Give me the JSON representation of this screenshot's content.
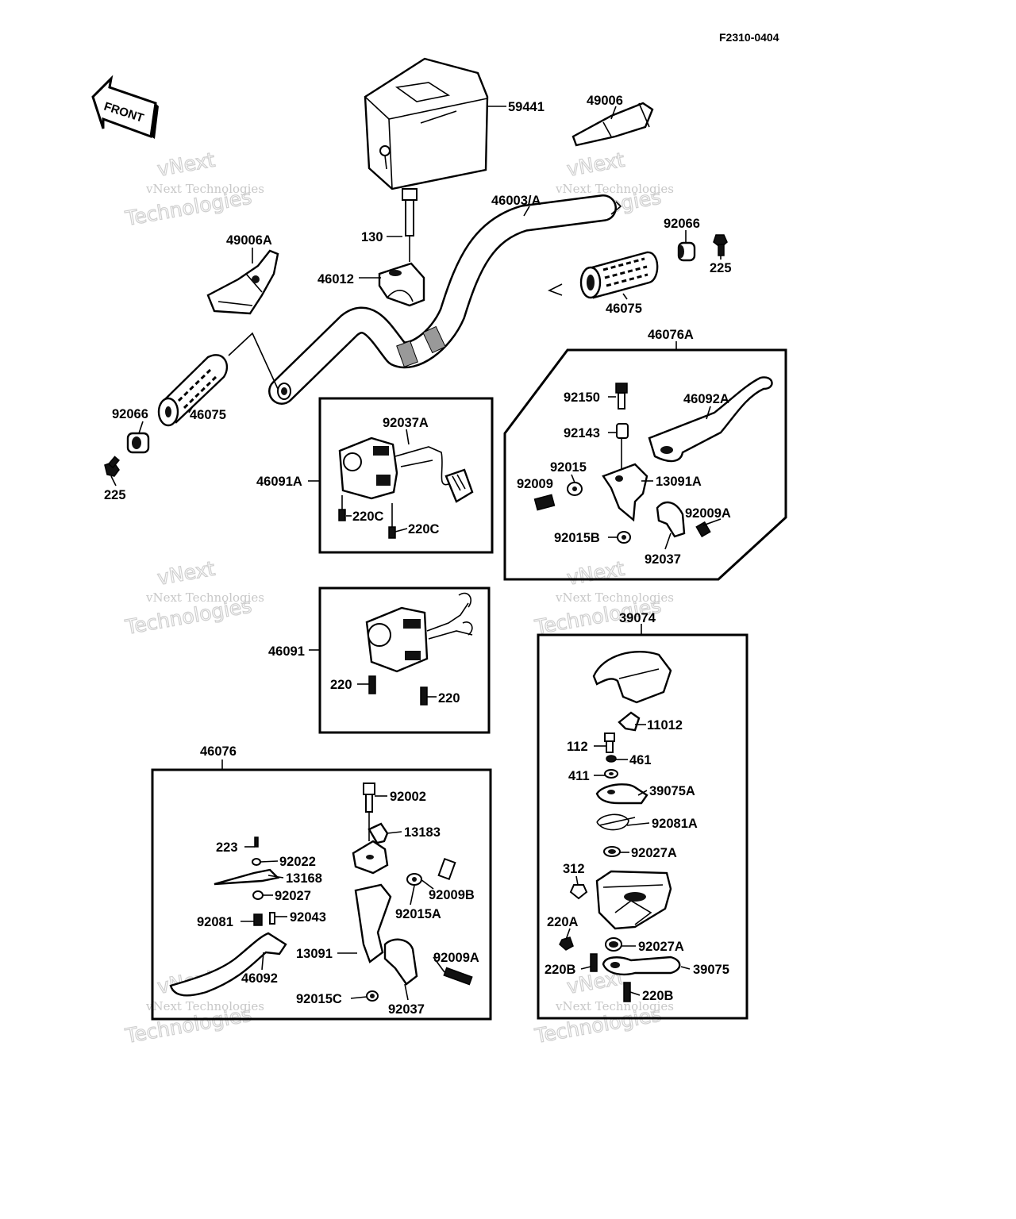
{
  "diagram_code": "F2310-0404",
  "front_label": "FRONT",
  "watermark": [
    "vNext",
    "vNext Technologies",
    "Technologies"
  ],
  "parts": {
    "p59441": "59441",
    "p49006": "49006",
    "p46003A": "46003/A",
    "p130": "130",
    "p92066_r": "92066",
    "p225_r": "225",
    "p49006A": "49006A",
    "p46012": "46012",
    "p46075_r": "46075",
    "p46076A": "46076A",
    "p92150": "92150",
    "p46092A": "46092A",
    "p92066_l": "92066",
    "p46075_l": "46075",
    "p92037A": "92037A",
    "p92143": "92143",
    "p92015": "92015",
    "p92009": "92009",
    "p13091A": "13091A",
    "p92009A_t": "92009A",
    "p92015B": "92015B",
    "p92037_t": "92037",
    "p46091A": "46091A",
    "p220C_1": "220C",
    "p220C_2": "220C",
    "p225_l": "225",
    "p39074": "39074",
    "p46091": "46091",
    "p220_1": "220",
    "p220_2": "220",
    "p11012": "11012",
    "p112": "112",
    "p461": "461",
    "p411": "411",
    "p39075A": "39075A",
    "p46076": "46076",
    "p92002": "92002",
    "p92081A": "92081A",
    "p13183": "13183",
    "p92027A_1": "92027A",
    "p223": "223",
    "p92022": "92022",
    "p312": "312",
    "p13168": "13168",
    "p92009B": "92009B",
    "p92027": "92027",
    "p92015A": "92015A",
    "p92081": "92081",
    "p92043": "92043",
    "p220A": "220A",
    "p92027A_2": "92027A",
    "p13091": "13091",
    "p92009A_b": "92009A",
    "p220B_1": "220B",
    "p39075": "39075",
    "p46092": "46092",
    "p220B_2": "220B",
    "p92015C": "92015C",
    "p92037_b": "92037"
  }
}
